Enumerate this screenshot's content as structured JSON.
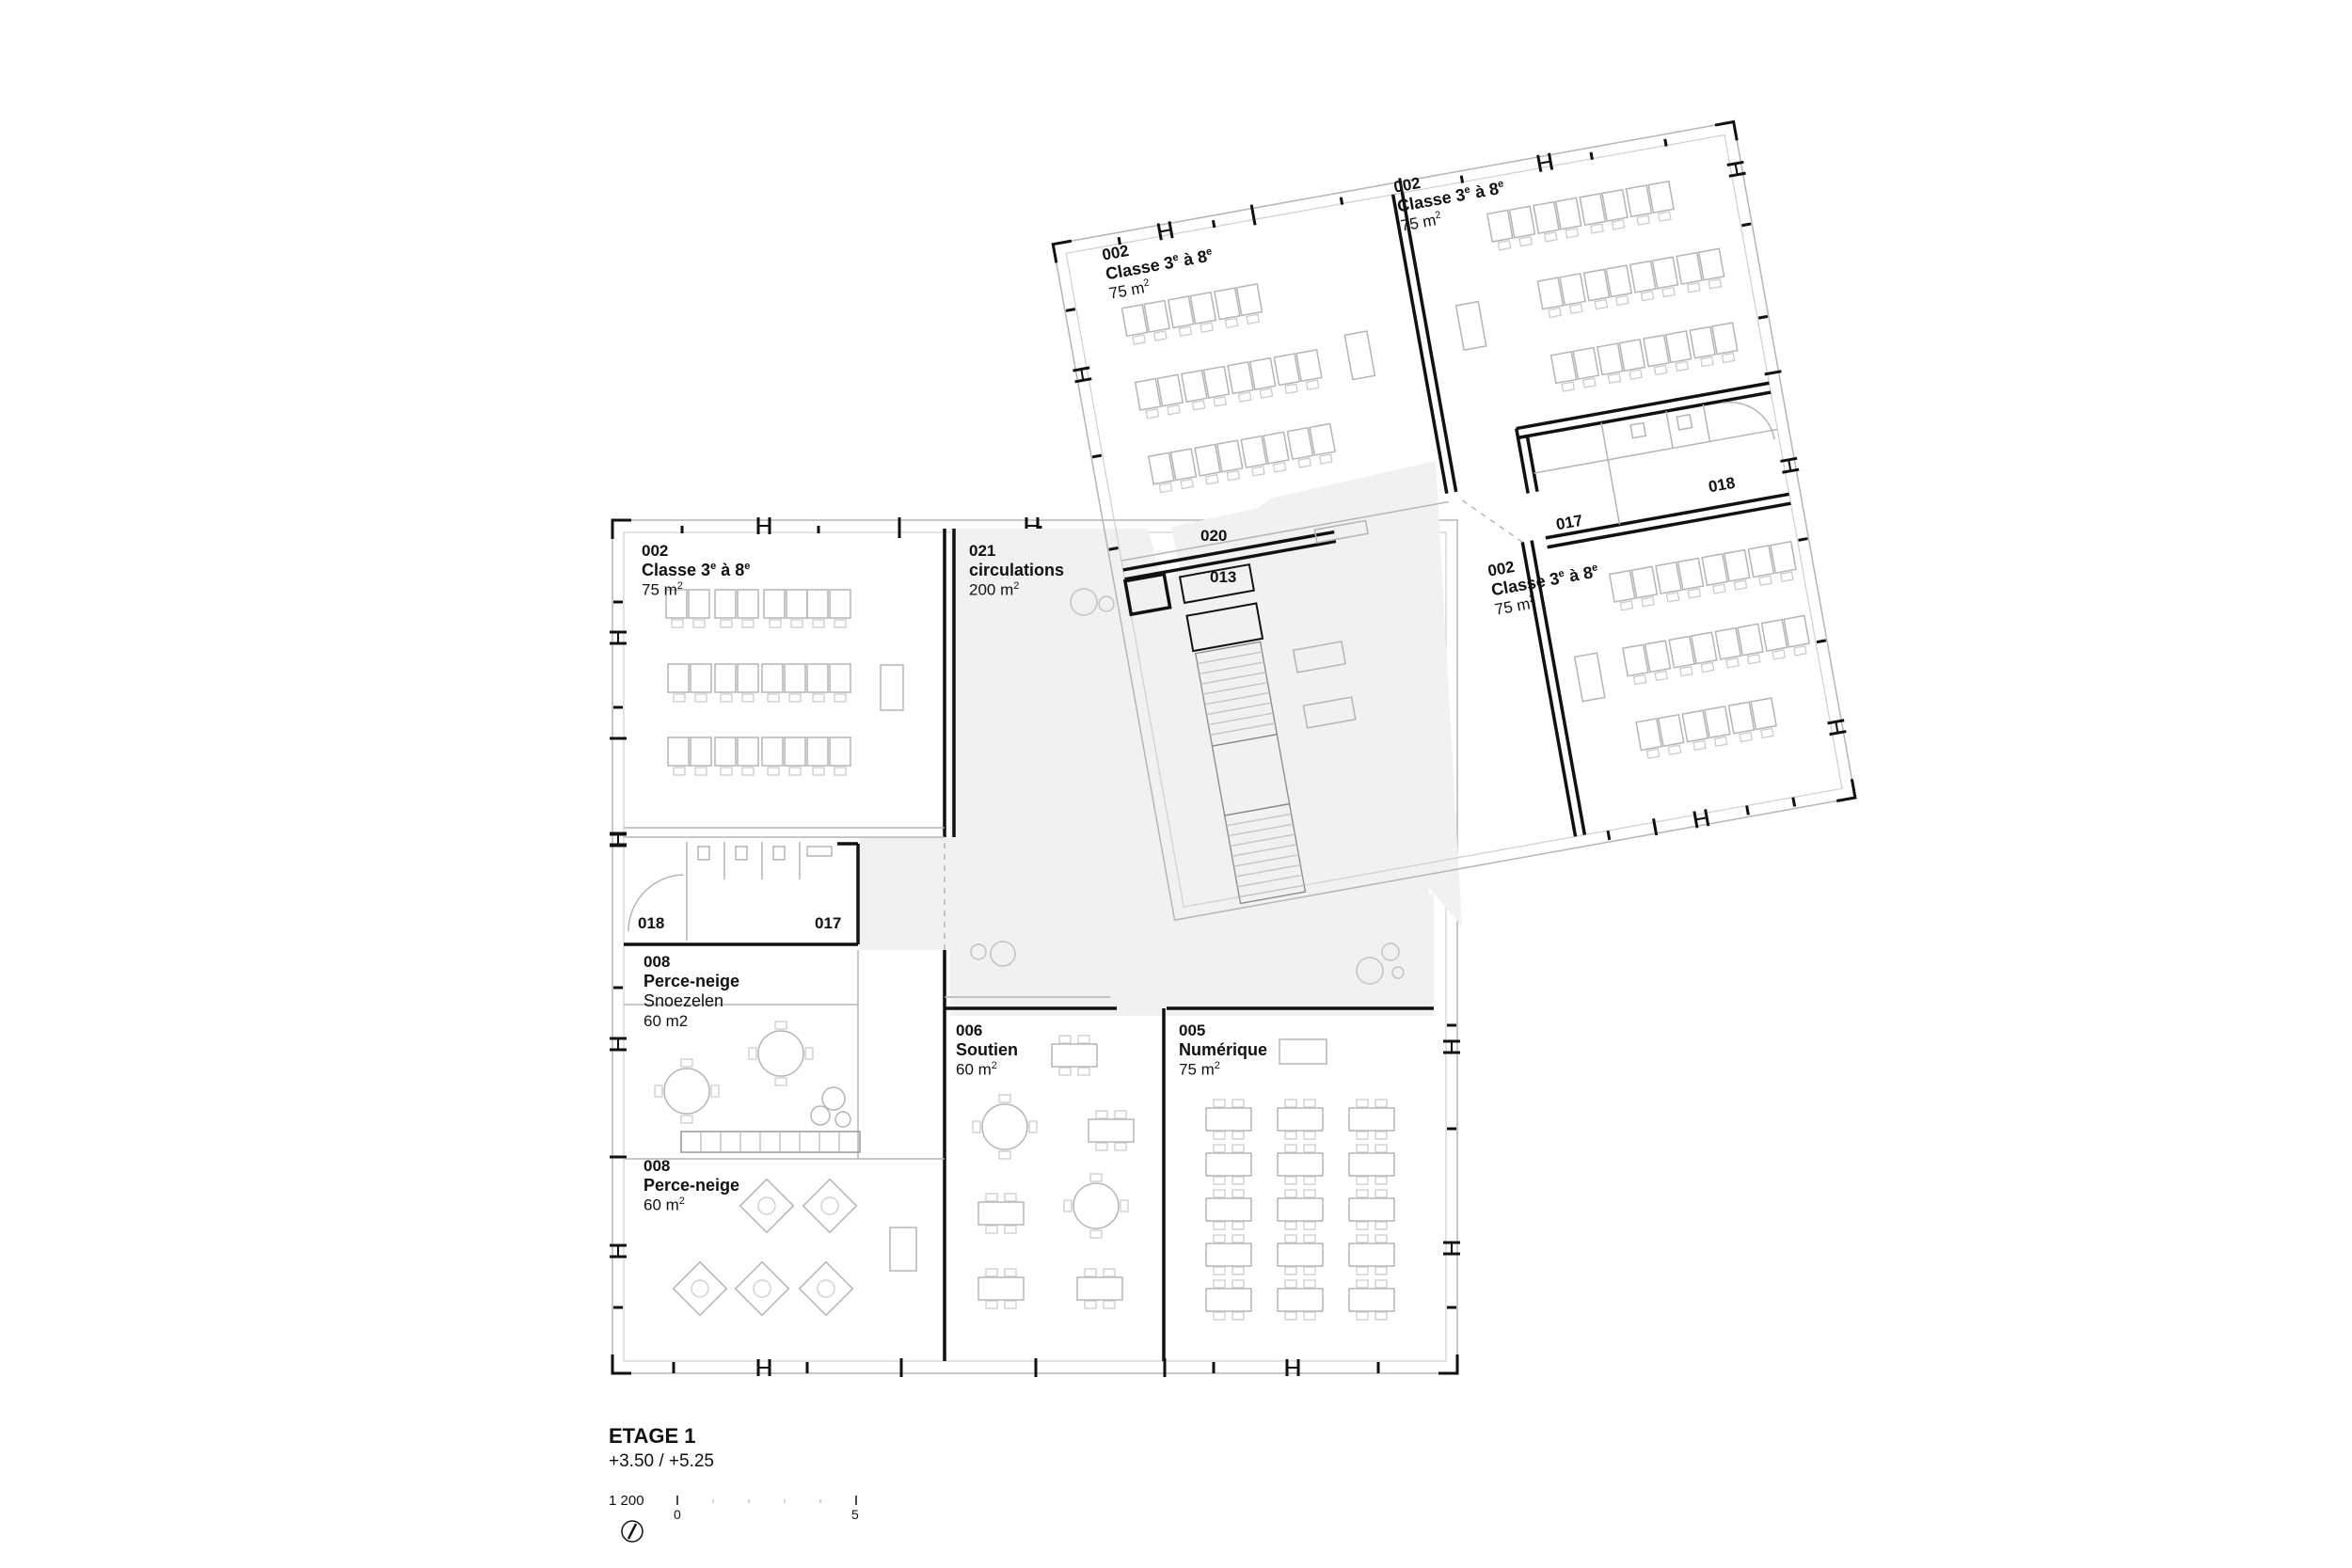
{
  "rooms": {
    "west_class": {
      "number": "002",
      "name": "Classe 3",
      "sup1": "e",
      "join": " à 8",
      "sup2": "e",
      "area": "75 m",
      "area_sup": "2"
    },
    "north_class_a": {
      "number": "002",
      "name": "Classe 3",
      "sup1": "e",
      "join": " à 8",
      "sup2": "e",
      "area": "75 m",
      "area_sup": "2"
    },
    "north_class_b": {
      "number": "002",
      "name": "Classe 3",
      "sup1": "e",
      "join": " à 8",
      "sup2": "e",
      "area": "75 m",
      "area_sup": "2"
    },
    "east_class": {
      "number": "002",
      "name": "Classe 3",
      "sup1": "e",
      "join": " à 8",
      "sup2": "e",
      "area": "75 m",
      "area_sup": "2"
    },
    "circulations": {
      "number": "021",
      "name": "circulations",
      "area": "200 m",
      "area_sup": "2"
    },
    "snoezelen": {
      "number": "008",
      "name": "Perce-neige",
      "sub": "Snoezelen",
      "area": "60 m2"
    },
    "perce_neige": {
      "number": "008",
      "name": "Perce-neige",
      "area": "60 m",
      "area_sup": "2"
    },
    "soutien": {
      "number": "006",
      "name": "Soutien",
      "area": "60 m",
      "area_sup": "2"
    },
    "numerique": {
      "number": "005",
      "name": "Numérique",
      "area": "75 m",
      "area_sup": "2"
    }
  },
  "tags": {
    "wc_girls_w": "018",
    "wc_boys_w": "017",
    "wc_girls_e": "018",
    "wc_boys_e": "017",
    "room_020": "020",
    "room_013": "013"
  },
  "legend": {
    "title": "ETAGE 1",
    "levels": "+3.50 / +5.25",
    "scale": "1 200",
    "tick_start": "0",
    "tick_end": "5"
  },
  "colors": {
    "wall": "#111111",
    "line": "#b5b5b5",
    "circulation": "#f1f1f1"
  }
}
